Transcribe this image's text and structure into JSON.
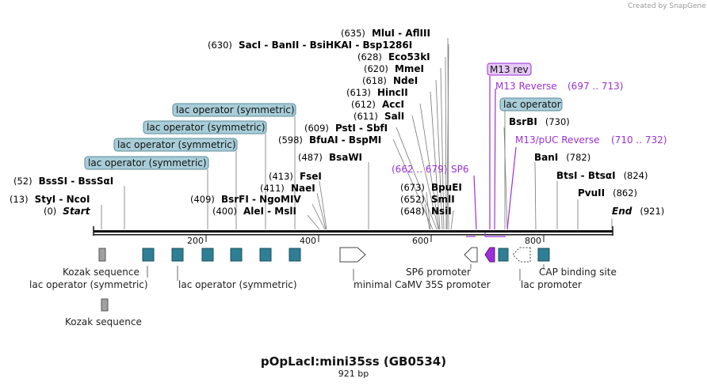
{
  "brand": "Created by SnapGene",
  "map": {
    "title": "pOpLacI:mini35ss (GB0534)",
    "length_label": "921 bp",
    "ticks": [
      "200",
      "400",
      "600",
      "800"
    ]
  },
  "enzymes": [
    {
      "pos": "(635)",
      "names": "MluI  -  AflIII"
    },
    {
      "pos": "(630)",
      "names": "SacI  -  BanII  -  BsiHKAI  -  Bsp1286I"
    },
    {
      "pos": "(628)",
      "names": "Eco53kI"
    },
    {
      "pos": "(620)",
      "names": "MmeI"
    },
    {
      "pos": "(618)",
      "names": "NdeI"
    },
    {
      "pos": "(613)",
      "names": "HincII"
    },
    {
      "pos": "(612)",
      "names": "AccI"
    },
    {
      "pos": "(611)",
      "names": "SalI"
    },
    {
      "pos": "(609)",
      "names": "PstI  -  SbfI"
    },
    {
      "pos": "(598)",
      "names": "BfuAI  -  BspMI"
    },
    {
      "pos": "(487)",
      "names": "BsaWI"
    },
    {
      "pos": "(413)",
      "names": "FseI"
    },
    {
      "pos": "(411)",
      "names": "NaeI"
    },
    {
      "pos": "(409)",
      "names": "BsrFI  -  NgoMIV"
    },
    {
      "pos": "(400)",
      "names": "AleI  -  MslI"
    },
    {
      "pos": "(52)",
      "names": "BssSI  -  BssSαI"
    },
    {
      "pos": "(13)",
      "names": "StyI  -  NcoI"
    },
    {
      "pos": "(0)",
      "names": "Start"
    },
    {
      "pos": "(673)",
      "names": "BpuEI"
    },
    {
      "pos": "(652)",
      "names": "SmlI"
    },
    {
      "pos": "(648)",
      "names": "NsiI"
    },
    {
      "pos": "(730)",
      "names": "BsrBI"
    },
    {
      "pos": "(782)",
      "names": "BanI"
    },
    {
      "pos": "(824)",
      "names": "BtsI  -  BtsαI"
    },
    {
      "pos": "(862)",
      "names": "PvuII"
    },
    {
      "pos": "(921)",
      "names": "End"
    }
  ],
  "primers": {
    "sp6_range": "(662 .. 679)",
    "sp6": "SP6",
    "m13rev_box": "M13 rev",
    "m13_reverse": "M13 Reverse",
    "m13_reverse_range": "(697 .. 713)",
    "m13_puc_reverse": "M13/pUC Reverse",
    "m13_puc_range": "(710 .. 732)"
  },
  "boxed_features": [
    "lac operator (symmetric)",
    "lac operator (symmetric)",
    "lac operator (symmetric)",
    "lac operator (symmetric)",
    "lac operator"
  ],
  "feature_labels": {
    "kozak1": "Kozak sequence",
    "lac_op_sym_left": "lac operator (symmetric)",
    "lac_op_sym_mid": "lac operator (symmetric)",
    "kozak2": "Kozak sequence",
    "mini35s": "minimal CaMV 35S promoter",
    "sp6_promoter": "SP6 promoter",
    "lac_promoter": "lac promoter",
    "cap_site": "CAP binding site"
  },
  "colors": {
    "lac_box": "#a8cdd8",
    "purple": "#9b30d9",
    "teal_feature": "#2f7f94",
    "grey_feature": "#a0a0a0"
  }
}
